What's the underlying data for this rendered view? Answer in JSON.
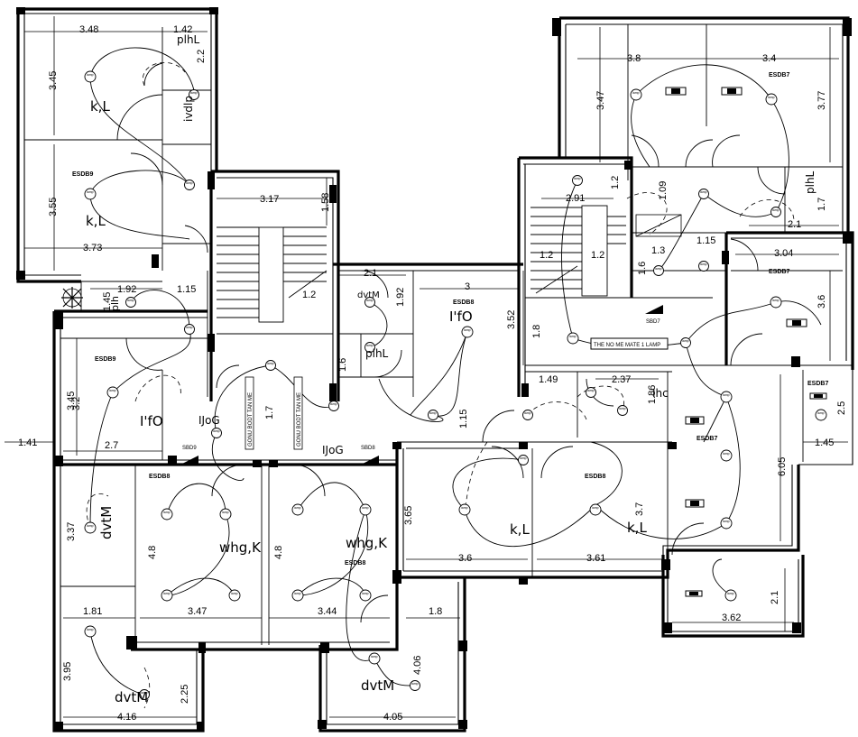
{
  "dimensions": {
    "d_348": "3.48",
    "d_142": "1.42",
    "d_22": "2.2",
    "d_345a": "3.45",
    "d_355": "3.55",
    "d_373": "3.73",
    "d_192": "1.92",
    "d_115a": "1.15",
    "d_145a": "1.45",
    "d_317": "3.17",
    "d_158": "1.58",
    "d_12a": "1.2",
    "d_21a": "2.1",
    "d_192b": "1.92",
    "d_3": "3",
    "d_352": "3.52",
    "d_16": "1.6",
    "d_17": "1.7",
    "d_291": "2.91",
    "d_12b": "1.2",
    "d_12c": "1.2",
    "d_12d": "1.2",
    "d_18a": "1.8",
    "d_38": "3.8",
    "d_34": "3.4",
    "d_347a": "3.47",
    "d_377": "3.77",
    "d_109": "1.09",
    "d_17b": "1.7",
    "d_21b": "2.1",
    "d_115b": "1.15",
    "d_13": "1.3",
    "d_16b": "1.6",
    "d_304": "3.04",
    "d_36a": "3.6",
    "d_149": "1.49",
    "d_237": "2.37",
    "d_186": "1.86",
    "d_25": "2.5",
    "d_145b": "1.45",
    "d_141": "1.41",
    "d_32": "3.2",
    "d_345b": "3.45",
    "d_27": "2.7",
    "d_337": "3.37",
    "d_48a": "4.8",
    "d_48b": "4.8",
    "d_115c": "1.15",
    "d_365": "3.65",
    "d_37": "3.7",
    "d_36b": "3.6",
    "d_361": "3.61",
    "d_606": "6.05",
    "d_181": "1.81",
    "d_347b": "3.47",
    "d_344": "3.44",
    "d_18b": "1.8",
    "d_395": "3.95",
    "d_225": "2.25",
    "d_416": "4.16",
    "d_405": "4.05",
    "d_406": "4.06",
    "d_21c": "2.1",
    "d_362": "3.62"
  },
  "rooms": {
    "kl_top_left": "k,L",
    "kl_mid_left": "k,L",
    "plhl_top": "plhL",
    "ivdlp": "ivdlp",
    "plh_small": "plh",
    "ivfo_left": "I'fO",
    "ijog_left": "IJoG",
    "ijog_mid": "IJoG",
    "dvtm_left": "dvtM",
    "whgk_left": "whg,K",
    "whgk_mid": "whg,K",
    "dvtm_bottom_left": "dvtM",
    "dvtm_bottom_mid": "dvtM",
    "plhl_mid": "plhL",
    "dvtm_mid": "dvtM",
    "ifo_mid": "I'fO",
    "kl_bottom_mid": "k,L",
    "kl_bottom_right": "k,L",
    "ihc": "Ihc",
    "plhl_right": "plhL"
  },
  "panels": {
    "p1": "ESDB9",
    "p2": "ESDB9",
    "p3": "ESDB8",
    "p4": "ESDB8",
    "p5": "ESDB8",
    "p6": "ESDB8",
    "p7": "ESDB7",
    "p8": "ESDB7",
    "p9": "ESDB7",
    "p10": "ESDB7",
    "sbd9": "SBD9",
    "sbd8": "SBD8",
    "sbd7": "SBD7"
  },
  "labels": {
    "meter_room": "THE NO ME MATE 1 LAMP",
    "stair_a": "GONU BODT TAN ME",
    "stair_b": "GONU BODT TAN ME"
  },
  "lamp_text": "lamp"
}
